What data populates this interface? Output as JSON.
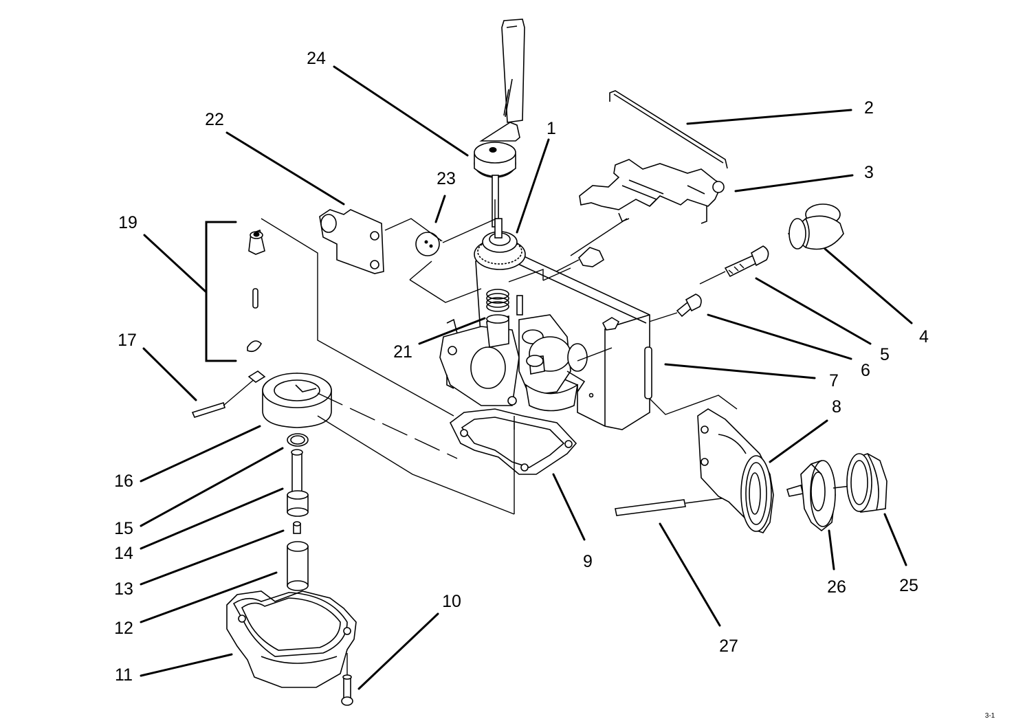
{
  "colors": {
    "ink": "#000000",
    "paper": "#ffffff"
  },
  "callouts": {
    "c1": "1",
    "c2": "2",
    "c3": "3",
    "c4": "4",
    "c5": "5",
    "c6": "6",
    "c7": "7",
    "c8": "8",
    "c9": "9",
    "c10": "10",
    "c11": "11",
    "c12": "12",
    "c13": "13",
    "c14": "14",
    "c15": "15",
    "c16": "16",
    "c17": "17",
    "c19": "19",
    "c21": "21",
    "c22": "22",
    "c23": "23",
    "c24": "24",
    "c25": "25",
    "c26": "26",
    "c27": "27"
  },
  "figure_ref": "3-1"
}
